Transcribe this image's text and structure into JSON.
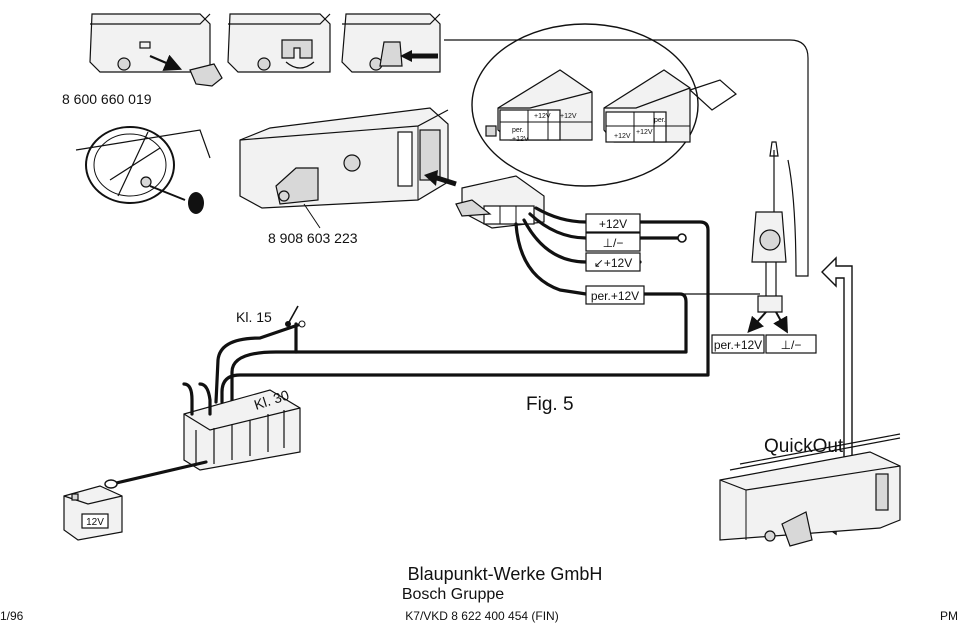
{
  "part_numbers": {
    "adapter": "8 600 660 019",
    "harness": "8 908 603 223"
  },
  "terminals": {
    "ignition": "Kl. 15",
    "battery": "Kl. 30"
  },
  "wire_labels": {
    "plus12v": "+12V",
    "ground": "⊥/−",
    "switched": "↙+12V",
    "permanent": "per.+12V"
  },
  "connector_labels": {
    "per_12v": "per.",
    "plus12v": "+12V",
    "plus12v_b": "+12V"
  },
  "antenna_labels": {
    "permanent": "per.+12V",
    "ground": "⊥/−"
  },
  "battery_label": "12V",
  "figure_label": "Fig. 5",
  "quickout_label": "QuickOut",
  "footer": {
    "company": "Blaupunkt-Werke GmbH",
    "group": "Bosch Gruppe",
    "left": "1/96",
    "doc": "K7/VKD 8 622 400 454 (FIN)",
    "right": "PM"
  }
}
